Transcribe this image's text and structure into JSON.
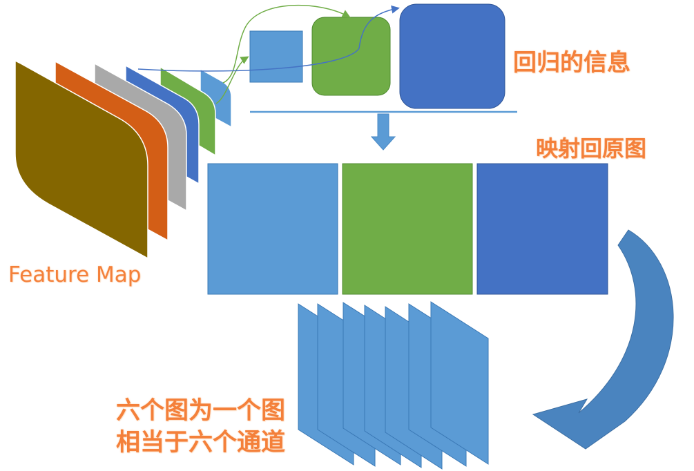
{
  "labels": {
    "feature_map": "Feature Map",
    "regression_info": "回归的信息",
    "map_back": "映射回原图",
    "six_maps_line1": "六个图为一个图",
    "six_maps_line2": "相当于六个通道"
  },
  "colors": {
    "label_orange": "#F4803A",
    "brown": "#846600",
    "orange": "#D35E16",
    "gray": "#A9A9A9",
    "blue_dark": "#4472C4",
    "green": "#70AD47",
    "blue_light": "#5B9BD5"
  }
}
